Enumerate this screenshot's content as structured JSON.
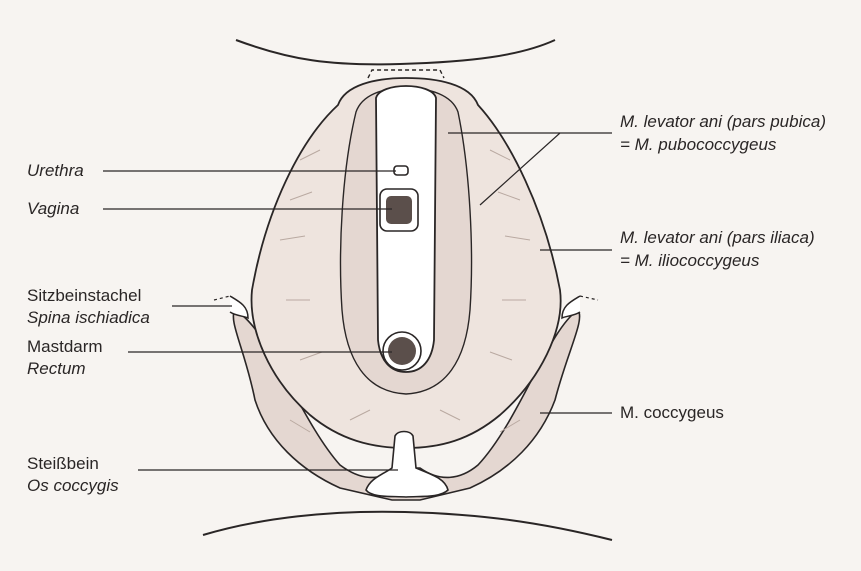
{
  "labels": {
    "urethra": "Urethra",
    "vagina": "Vagina",
    "spine_de": "Sitzbeinstachel",
    "spine_la": "Spina ischiadica",
    "rectum_de": "Mastdarm",
    "rectum_la": "Rectum",
    "coccyx_de": "Steißbein",
    "coccyx_la": "Os coccygis",
    "pubic_1": "M. levator ani (pars pubica)",
    "pubic_2": "= M. pubococcygeus",
    "iliac_1": "M. levator ani (pars iliaca)",
    "iliac_2": "= M. iliococcygeus",
    "coccygeus": "M. coccygeus"
  },
  "colors": {
    "background": "#f7f4f1",
    "ink": "#2a2626",
    "muscle": "#e4d7d1",
    "muscle_light": "#eee4de",
    "opening": "#ffffff",
    "lumen": "#5b4f4b"
  }
}
